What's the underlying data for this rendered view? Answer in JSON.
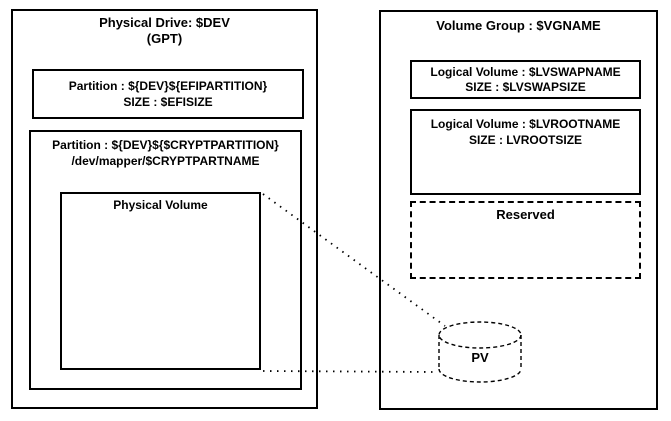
{
  "diagram": {
    "physical_drive": {
      "title_line1": "Physical Drive: $DEV",
      "title_line2": "(GPT)",
      "efi_partition": {
        "line1": "Partition : ${DEV}${EFIPARTITION}",
        "line2": "SIZE : $EFISIZE"
      },
      "crypt_partition": {
        "line1": "Partition : ${DEV}${$CRYPTPARTITION}",
        "line2": "/dev/mapper/$CRYPTPARTNAME"
      },
      "physical_volume_label": "Physical Volume"
    },
    "volume_group": {
      "title": "Volume Group : $VGNAME",
      "lv_swap": {
        "line1": "Logical Volume : $LVSWAPNAME",
        "line2": "SIZE : $LVSWAPSIZE"
      },
      "lv_root": {
        "line1": "Logical Volume : $LVROOTNAME",
        "line2": "SIZE : LVROOTSIZE"
      },
      "reserved_label": "Reserved",
      "pv_label": "PV"
    },
    "colors": {
      "line": "#000000",
      "background": "#ffffff"
    }
  }
}
